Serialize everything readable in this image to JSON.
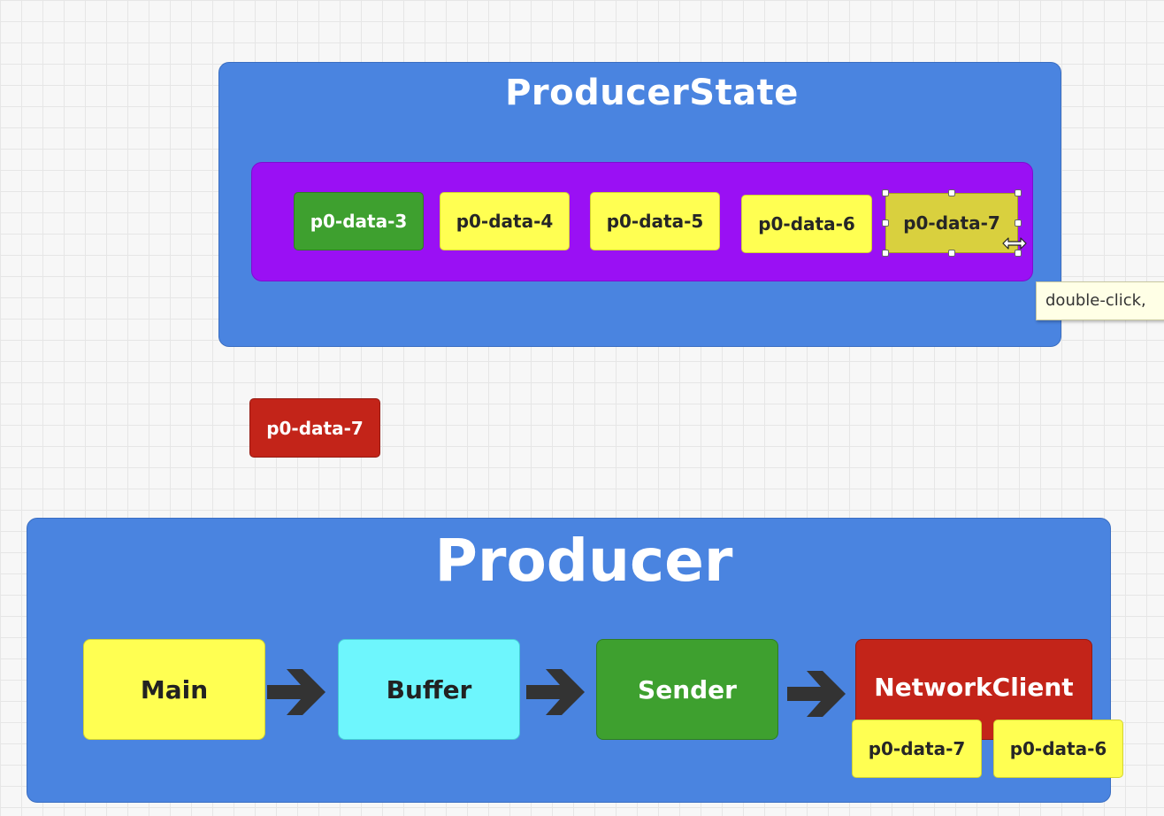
{
  "producer_state": {
    "title": "ProducerState",
    "queue": [
      "p0-data-3",
      "p0-data-4",
      "p0-data-5",
      "p0-data-6",
      "p0-data-7"
    ]
  },
  "tooltip": "double-click,",
  "in_flight": "p0-data-7",
  "producer": {
    "title": "Producer",
    "stages": {
      "main": "Main",
      "buffer": "Buffer",
      "sender": "Sender",
      "network": "NetworkClient"
    },
    "network_items": [
      "p0-data-7",
      "p0-data-6"
    ]
  },
  "colors": {
    "container_blue": "#4a84e0",
    "queue_purple": "#9a10f4",
    "green": "#3ea02f",
    "yellow": "#ffff52",
    "cyan": "#6ef6fd",
    "red": "#c32419",
    "arrow": "#333333"
  }
}
